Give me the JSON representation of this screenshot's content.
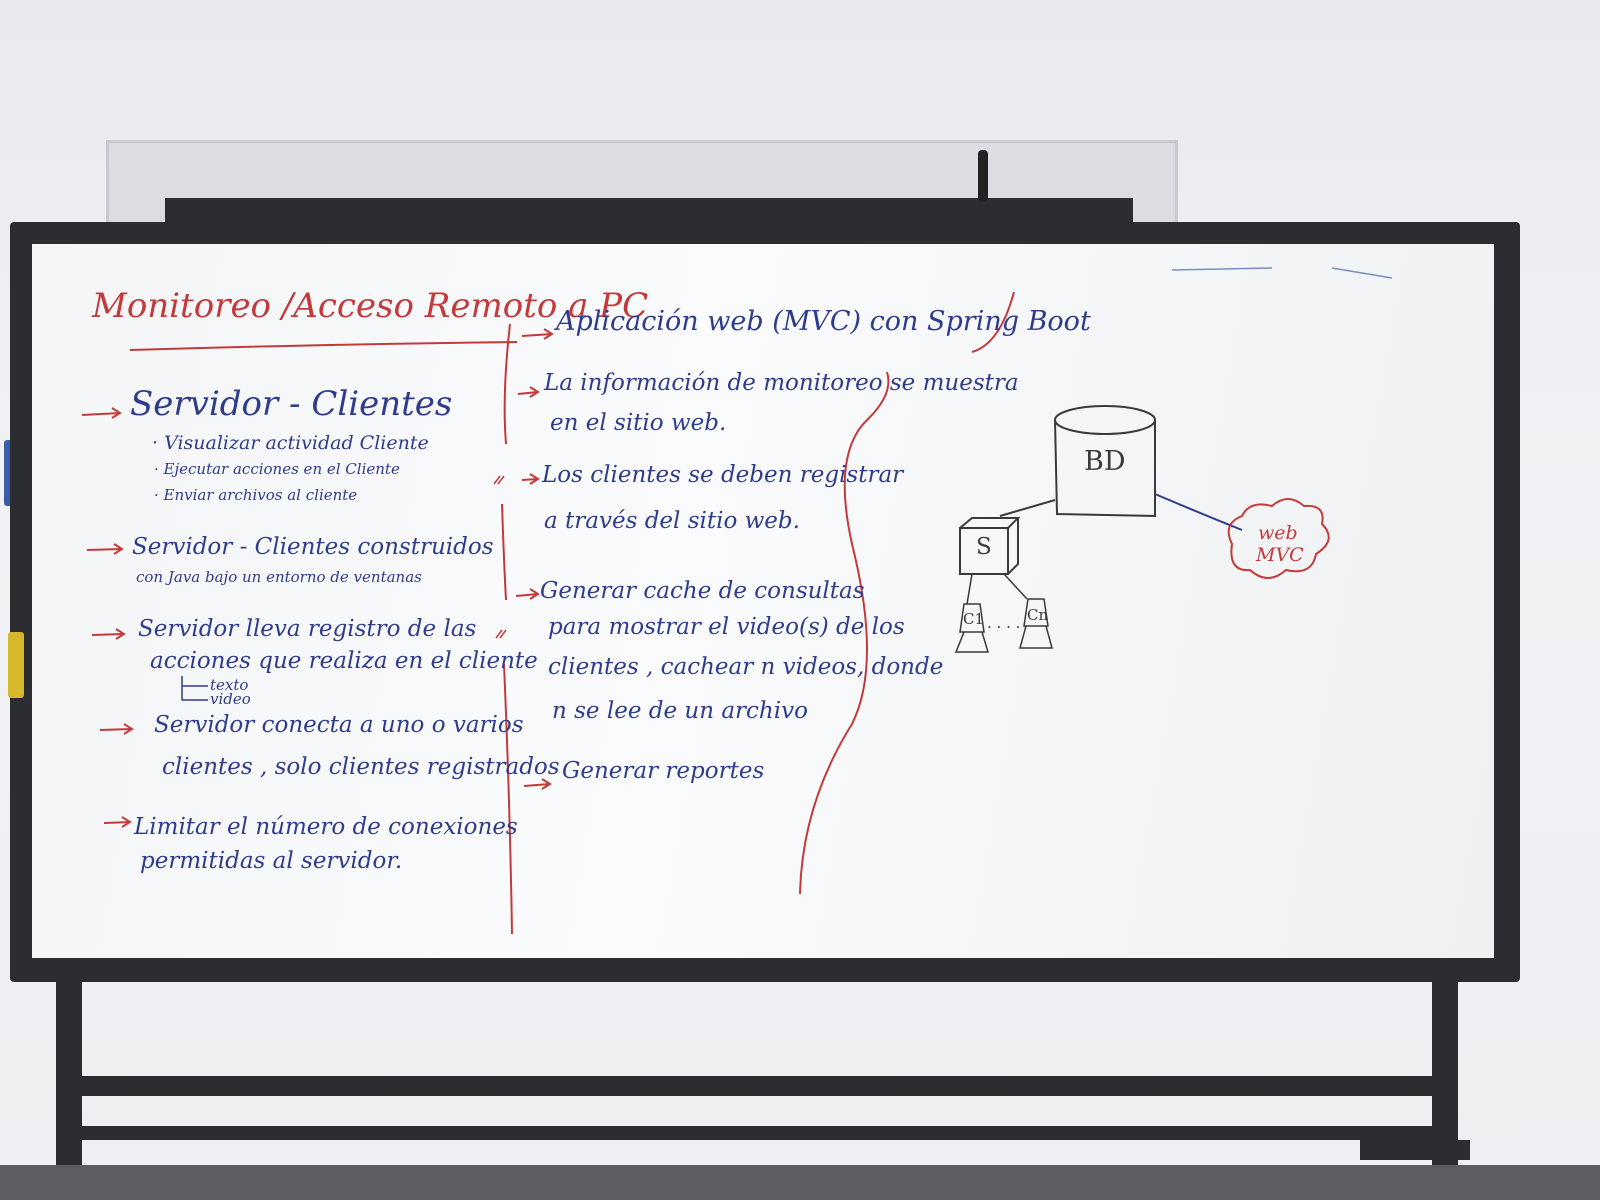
{
  "title": "Monitoreo /Acceso Remoto a PC",
  "left_column": {
    "heading": "Servidor - Clientes",
    "bullets": [
      "· Visualizar actividad Cliente",
      "· Ejecutar acciones en el Cliente",
      "· Enviar archivos al cliente"
    ],
    "items": [
      {
        "line1": "Servidor - Clientes construidos",
        "line2": "con Java bajo un entorno de ventanas"
      },
      {
        "line1": "Servidor lleva registro de las",
        "line2": "acciones que realiza en el cliente",
        "sub": [
          "texto",
          "video"
        ]
      },
      {
        "line1": "Servidor conecta a uno o varios",
        "line2": "clientes , solo clientes registrados"
      },
      {
        "line1": "Limitar el número de conexiones",
        "line2": "permitidas al servidor."
      }
    ]
  },
  "right_column": {
    "items": [
      {
        "line1": "Aplicación web (MVC) con Spring Boot"
      },
      {
        "line1": "La información de monitoreo se muestra",
        "line2": "en el sitio web."
      },
      {
        "line1": "Los clientes se deben registrar",
        "line2": "a través del sitio web."
      },
      {
        "line1": "Generar cache de consultas",
        "line2": "para mostrar el video(s) de los",
        "line3": "clientes , cachear n videos, donde",
        "line4": "n se lee de un archivo"
      },
      {
        "line1": "Generar reportes"
      }
    ]
  },
  "diagram": {
    "db_label": "BD",
    "server_label": "S",
    "client_first": "C1",
    "client_last": "Cn",
    "ellipsis": "· · · ·",
    "cloud_label_1": "web",
    "cloud_label_2": "MVC"
  },
  "colors": {
    "marker_blue": "#2f3c8c",
    "marker_red": "#c43a3a",
    "frame": "#2b2d31"
  }
}
